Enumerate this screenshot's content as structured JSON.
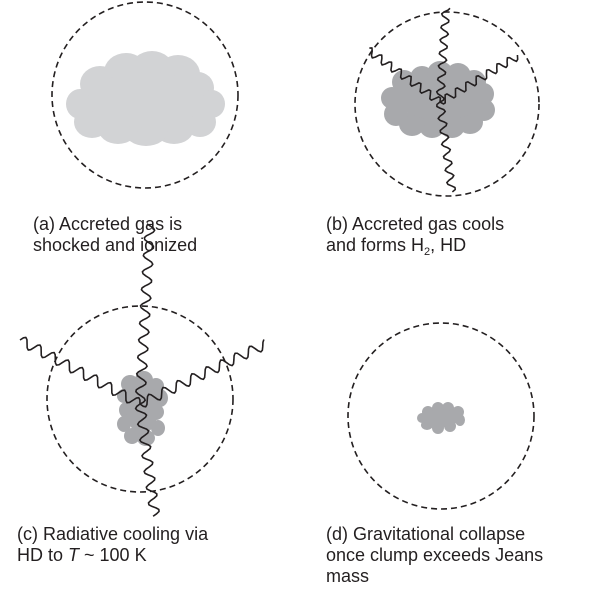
{
  "panels": [
    {
      "id": "a",
      "caption_line1": "(a) Accreted gas is",
      "caption_line2": "shocked and ionized",
      "cloud_color": "#d2d3d5"
    },
    {
      "id": "b",
      "caption_line1": "(b) Accreted gas cools",
      "caption_line2_pre": "and forms H",
      "caption_line2_sub": "2",
      "caption_line2_post": ", HD",
      "cloud_color": "#a8a9ac"
    },
    {
      "id": "c",
      "caption_line1": "(c) Radiative cooling via",
      "caption_line2_pre": "HD to ",
      "caption_line2_italic": "T",
      "caption_line2_post": " ~ 100 K",
      "cloud_color": "#a8a9ac"
    },
    {
      "id": "d",
      "caption_line1": "(d) Gravitational collapse",
      "caption_line2": "once clump exceeds Jeans",
      "caption_line3": "mass",
      "cloud_color": "#a8a9ac"
    }
  ],
  "colors": {
    "line": "#231f20",
    "ink": "#231f20"
  }
}
